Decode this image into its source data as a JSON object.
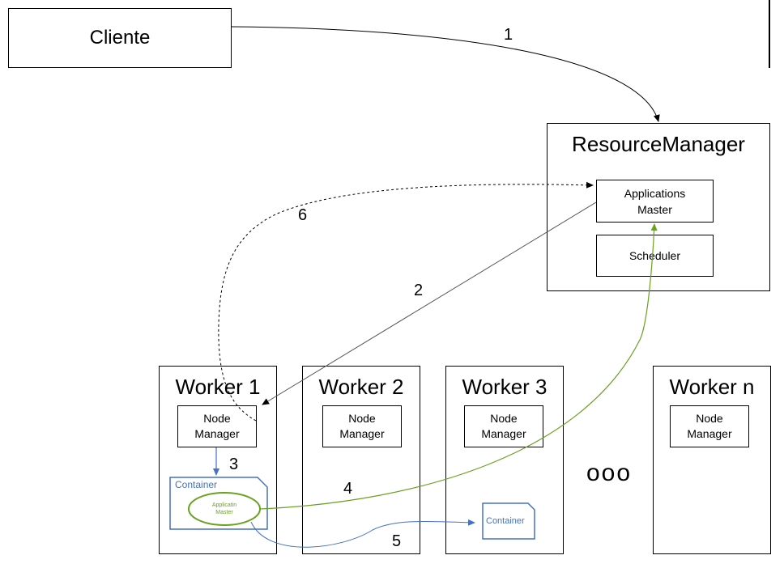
{
  "cliente": "Cliente",
  "resource_manager": {
    "title": "ResourceManager",
    "applications_master": [
      "Applications",
      "Master"
    ],
    "scheduler": "Scheduler"
  },
  "workers": [
    {
      "title": "Worker 1",
      "node_manager": [
        "Node",
        "Manager"
      ]
    },
    {
      "title": "Worker 2",
      "node_manager": [
        "Node",
        "Manager"
      ]
    },
    {
      "title": "Worker 3",
      "node_manager": [
        "Node",
        "Manager"
      ]
    },
    {
      "title": "Worker n",
      "node_manager": [
        "Node",
        "Manager"
      ]
    }
  ],
  "container_label": "Container",
  "app_master_small": [
    "Applicatin",
    "Master"
  ],
  "container2_label": "Container",
  "ellipsis": "ooo",
  "steps": [
    "1",
    "2",
    "3",
    "4",
    "5",
    "6"
  ],
  "colors": {
    "blue": "#4472c4",
    "green": "#6aa121",
    "line": "#000000",
    "gray": "#555555"
  }
}
